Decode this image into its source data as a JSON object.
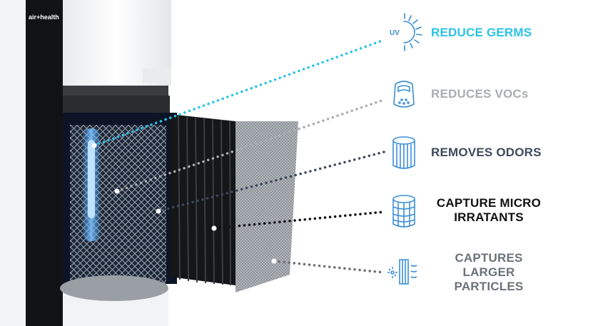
{
  "brand": {
    "logo_text": "air+health"
  },
  "colors": {
    "germs": "#29c3e8",
    "vocs": "#a9adb2",
    "odors": "#3d4a5c",
    "micro": "#111111",
    "particles": "#6d7278",
    "icon": "#3a8fd6"
  },
  "features": [
    {
      "icon": "uv-sun-icon",
      "label": "REDUCE GERMS"
    },
    {
      "icon": "voc-filter-icon",
      "label": "REDUCES VOCs"
    },
    {
      "icon": "carbon-cylinder-icon",
      "label": "REMOVES ODORS"
    },
    {
      "icon": "hepa-cylinder-icon",
      "label_line1": "CAPTURE MICRO",
      "label_line2": "IRRATANTS"
    },
    {
      "icon": "prefilter-mesh-icon",
      "label_line1": "CAPTURES",
      "label_line2": "LARGER",
      "label_line3": "PARTICLES"
    }
  ],
  "uv_badge": "UV"
}
